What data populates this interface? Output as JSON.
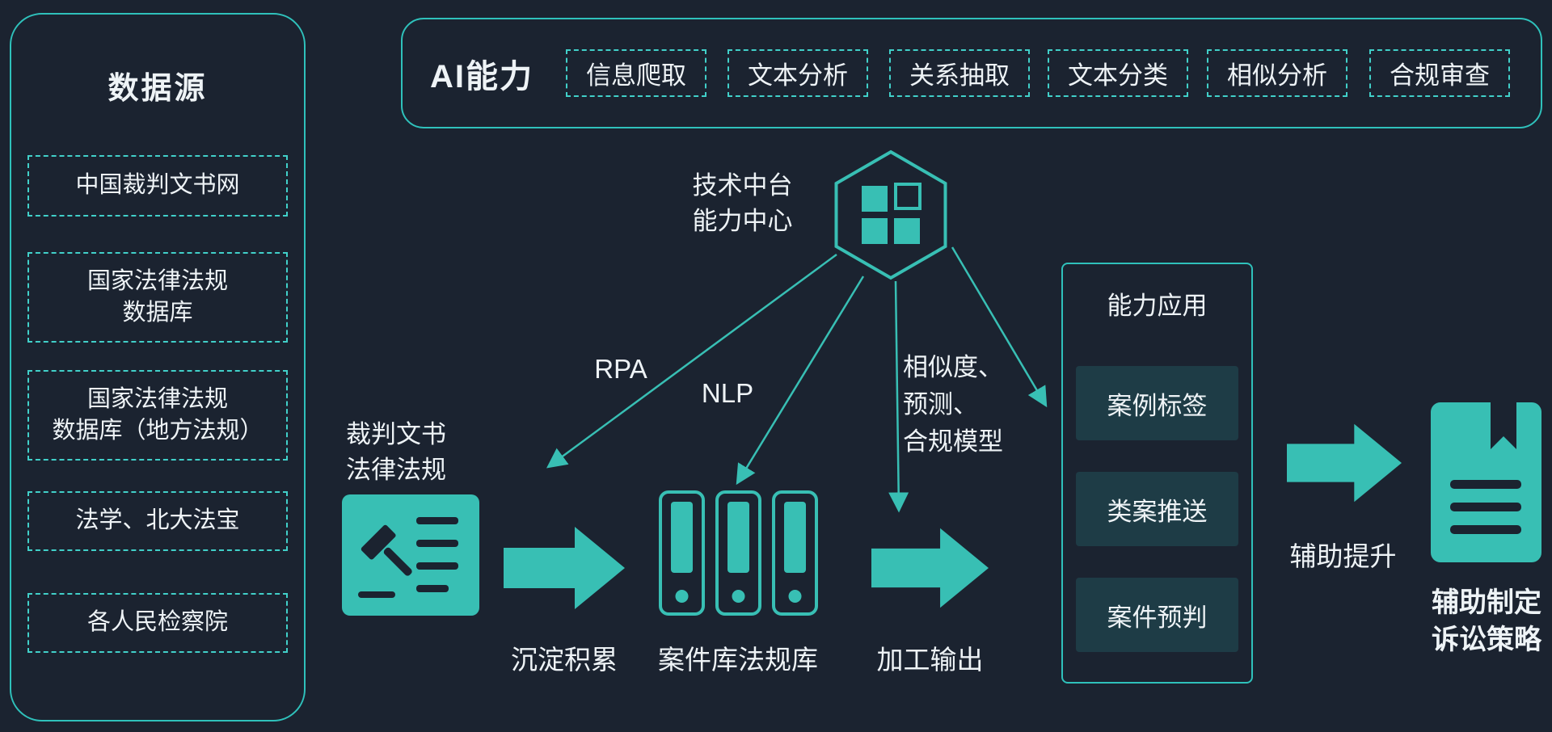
{
  "colors": {
    "bg": "#1b2330",
    "accent": "#38bfb4",
    "panel_border": "#2fc1bb",
    "dashed_border": "#41d0c9",
    "text": "#eef3f6",
    "app_item_bg": "#1e3c46"
  },
  "data_sources": {
    "title": "数据源",
    "items": [
      "中国裁判文书网",
      "国家法律法规\n数据库",
      "国家法律法规\n数据库（地方法规）",
      "法学、北大法宝",
      "各人民检察院"
    ]
  },
  "ai_capabilities": {
    "title": "AI能力",
    "chips": [
      "信息爬取",
      "文本分析",
      "关系抽取",
      "文本分类",
      "相似分析",
      "合规审查"
    ]
  },
  "platform": {
    "label": "技术中台\n能力中心"
  },
  "connectors": {
    "rpa": "RPA",
    "nlp": "NLP",
    "similarity": "相似度、\n预测、\n合规模型"
  },
  "flow": {
    "source_label": "裁判文书\n法律法规",
    "step1_label": "沉淀积累",
    "repository_label": "案件库法规库",
    "step2_label": "加工输出",
    "step3_label": "辅助提升",
    "outcome_label": "辅助制定\n诉讼策略"
  },
  "applications": {
    "title": "能力应用",
    "items": [
      "案例标签",
      "类案推送",
      "案件预判"
    ]
  }
}
